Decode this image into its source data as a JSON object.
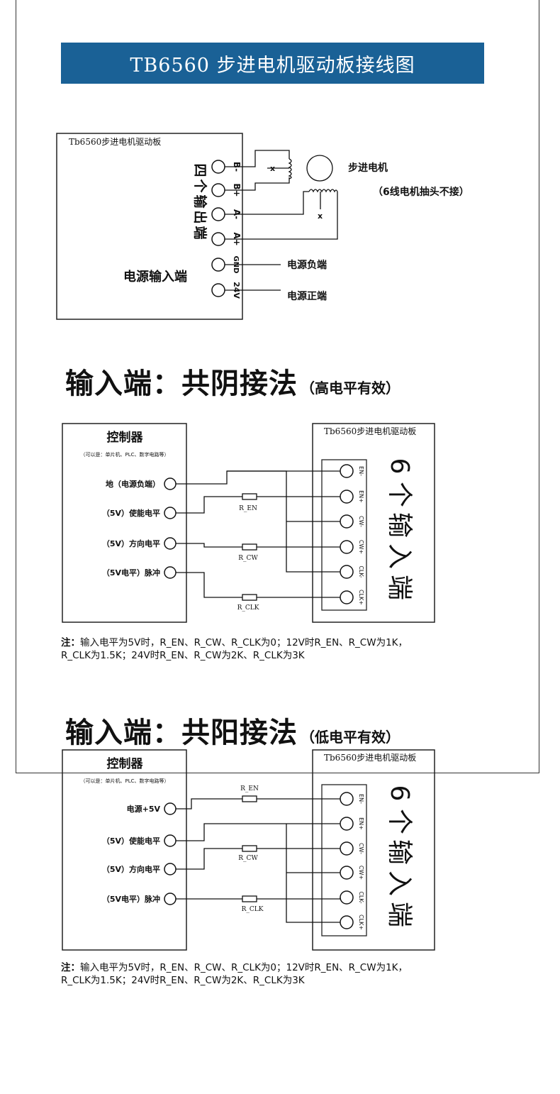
{
  "banner": {
    "title": "TB6560 步进电机驱动板接线图"
  },
  "diagram1": {
    "board_title": "Tb6560步进电机驱动板",
    "output_label": [
      "四",
      "个",
      "输",
      "出",
      "端"
    ],
    "terminals": [
      "B-",
      "B+",
      "A-",
      "A+",
      "GND",
      "24V"
    ],
    "motor_label": "步进电机",
    "motor_note": "（6线电机抽头不接）",
    "x_mark": "x",
    "power_input_label": "电源输入端",
    "power_neg": "电源负端",
    "power_pos": "电源正端"
  },
  "section1": {
    "heading": "输入端：共阴接法",
    "heading_note": "（高电平有效）",
    "controller_title": "控制器",
    "controller_note": "（可以是：单片机、PLC、数字电路等）",
    "inputs": [
      "地（电源负端）",
      "（5V）使能电平",
      "（5V）方向电平",
      "（5V电平）脉冲"
    ],
    "board_title": "Tb6560步进电机驱动板",
    "terminals": [
      "EN-",
      "EN+",
      "CW-",
      "CW+",
      "CLK-",
      "CLK+"
    ],
    "resistors": [
      "R_EN",
      "R_CW",
      "R_CLK"
    ],
    "big_label": [
      "6",
      "个",
      "输",
      "入",
      "端"
    ],
    "note_prefix": "注：",
    "note_line1": "输入电平为5V时，R_EN、R_CW、R_CLK为0；12V时R_EN、R_CW为1K，",
    "note_line2": "R_CLK为1.5K；24V时R_EN、R_CW为2K、R_CLK为3K"
  },
  "section2": {
    "heading": "输入端：共阳接法",
    "heading_note": "（低电平有效）",
    "controller_title": "控制器",
    "controller_note": "（可以是：单片机、PLC、数字电路等）",
    "inputs": [
      "电源+5V",
      "（5V）使能电平",
      "（5V）方向电平",
      "（5V电平）脉冲"
    ],
    "board_title": "Tb6560步进电机驱动板",
    "terminals": [
      "EN-",
      "EN+",
      "CW-",
      "CW+",
      "CLK-",
      "CLK+"
    ],
    "resistors": [
      "R_EN",
      "R_CW",
      "R_CLK"
    ],
    "big_label": [
      "6",
      "个",
      "输",
      "入",
      "端"
    ],
    "note_prefix": "注：",
    "note_line1": "输入电平为5V时，R_EN、R_CW、R_CLK为0；12V时R_EN、R_CW为1K，",
    "note_line2": "R_CLK为1.5K；24V时R_EN、R_CW为2K、R_CLK为3K"
  }
}
